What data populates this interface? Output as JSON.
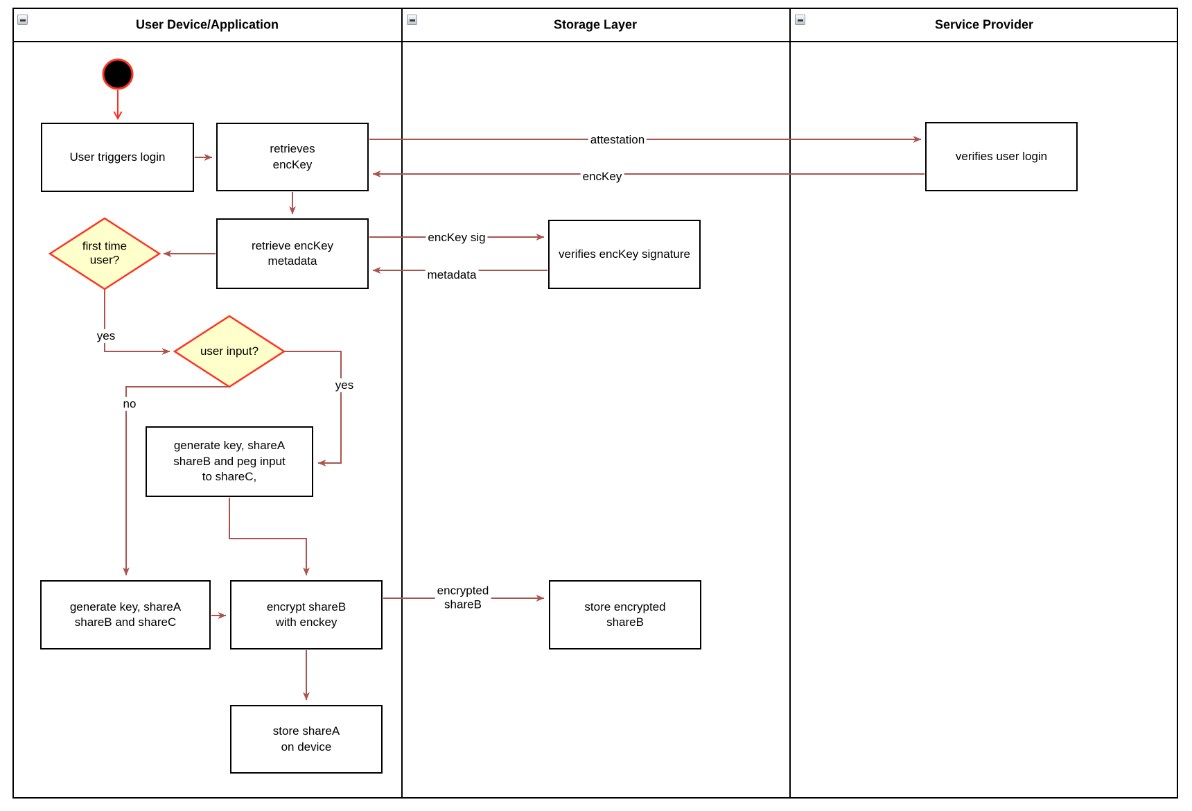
{
  "diagram": {
    "lanes": [
      {
        "title": "User Device/Application",
        "collapse_icon": "minus"
      },
      {
        "title": "Storage Layer",
        "collapse_icon": "minus"
      },
      {
        "title": "Service Provider",
        "collapse_icon": "minus"
      }
    ],
    "nodes": [
      {
        "id": "start-node",
        "shape": "circle",
        "label": ""
      },
      {
        "id": "user-triggers-login",
        "shape": "box",
        "label": "User triggers login"
      },
      {
        "id": "retrieves-enckey",
        "shape": "box",
        "label": "retrieves\nencKey"
      },
      {
        "id": "retrieve-enckey-metadata",
        "shape": "box",
        "label": "retrieve encKey\nmetadata"
      },
      {
        "id": "first-time-user",
        "shape": "diamond",
        "label": "first time\nuser?"
      },
      {
        "id": "user-input",
        "shape": "diamond",
        "label": "user input?"
      },
      {
        "id": "generate-key-peg-input",
        "shape": "box",
        "label": "generate key, shareA\nshareB and peg input\nto shareC,"
      },
      {
        "id": "generate-key-sharec",
        "shape": "box",
        "label": "generate key, shareA\nshareB and shareC"
      },
      {
        "id": "encrypt-shareb",
        "shape": "box",
        "label": "encrypt shareB\nwith enckey"
      },
      {
        "id": "store-sharea-on-device",
        "shape": "box",
        "label": "store shareA\non device"
      },
      {
        "id": "store-encrypted-shareb",
        "shape": "box",
        "label": "store encrypted\nshareB"
      },
      {
        "id": "verifies-enckey-signature",
        "shape": "box",
        "label": "verifies encKey signature",
        "nowrap": true
      },
      {
        "id": "verifies-user-login",
        "shape": "box",
        "label": "verifies user login"
      }
    ],
    "edges": [
      {
        "id": "start-to-login",
        "color": "bright",
        "head": "open"
      },
      {
        "id": "login-to-retrieves",
        "color": "muted"
      },
      {
        "id": "attestation",
        "color": "muted",
        "label": "attestation"
      },
      {
        "id": "enckey-return",
        "color": "muted",
        "label": "encKey"
      },
      {
        "id": "retrieves-to-metadata",
        "color": "muted"
      },
      {
        "id": "enckey-sig",
        "color": "muted",
        "label": "encKey sig"
      },
      {
        "id": "metadata-return",
        "color": "muted",
        "label": "metadata"
      },
      {
        "id": "metadata-to-firsttime",
        "color": "muted"
      },
      {
        "id": "firsttime-yes",
        "color": "muted",
        "label": "yes"
      },
      {
        "id": "userinput-yes",
        "color": "muted",
        "label": "yes"
      },
      {
        "id": "userinput-no",
        "color": "muted",
        "label": "no"
      },
      {
        "id": "peg-to-encrypt",
        "color": "muted"
      },
      {
        "id": "generate-to-encrypt",
        "color": "muted"
      },
      {
        "id": "encrypted-shareb",
        "color": "muted",
        "label": "encrypted\nshareB"
      },
      {
        "id": "encrypt-to-store",
        "color": "muted"
      }
    ],
    "colors": {
      "edge_muted": "#a9544f",
      "edge_bright": "#ff2d20",
      "diamond_fill": "#ffffcb",
      "diamond_border": "#ff3321",
      "shape_border": "#000000",
      "start_fill": "#000000",
      "background": "#ffffff"
    }
  }
}
